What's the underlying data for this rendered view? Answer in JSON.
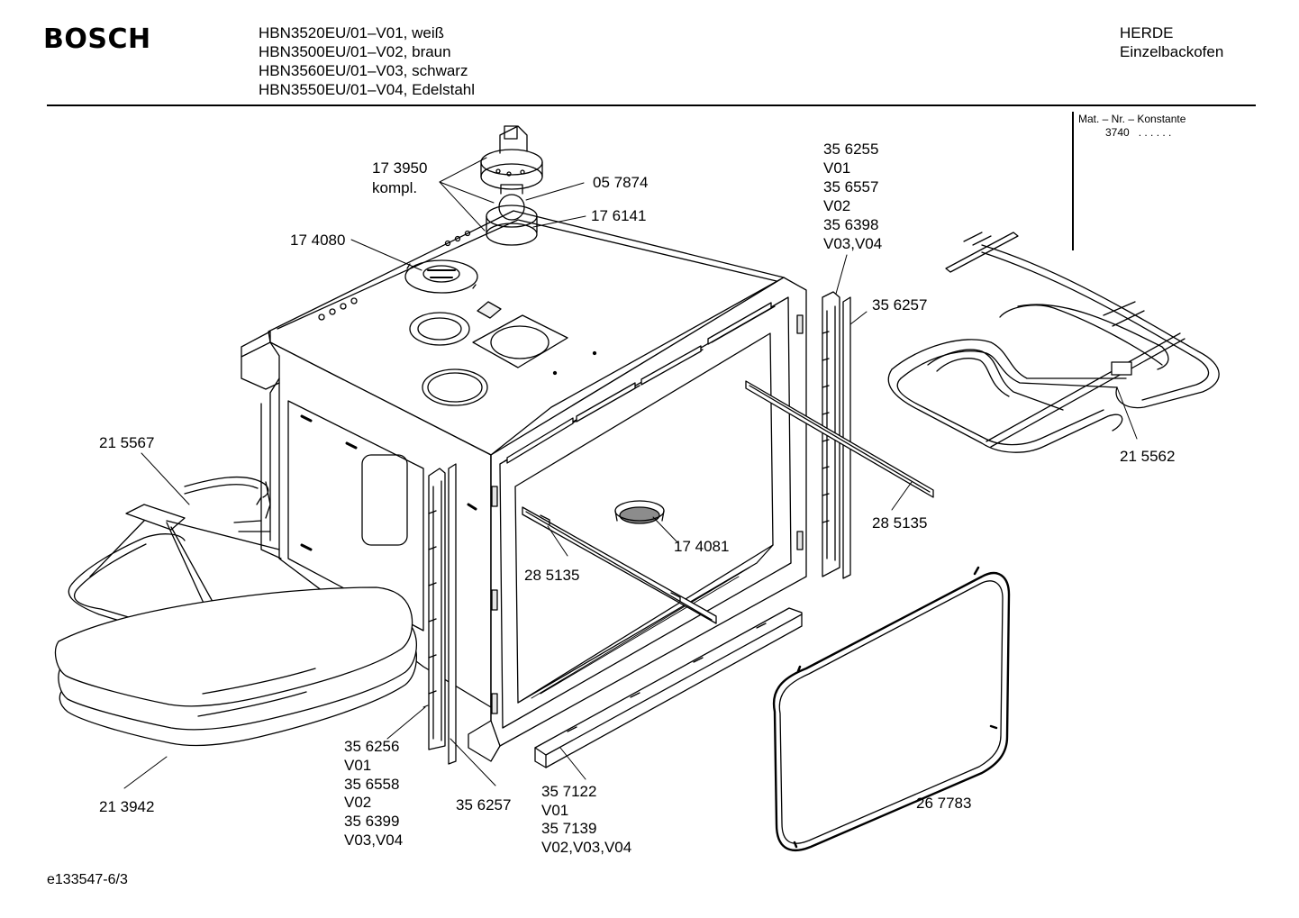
{
  "header": {
    "brand": "BOSCH",
    "models": [
      "HBN3520EU/01–V01, weiß",
      "HBN3500EU/01–V02, braun",
      "HBN3560EU/01–V03, schwarz",
      "HBN3550EU/01–V04, Edelstahl"
    ],
    "category": "HERDE",
    "subcategory": "Einzelbackofen"
  },
  "material_box": {
    "title": "Mat. – Nr. – Konstante",
    "value": "3740",
    "dots": ". .   . . . ."
  },
  "parts": {
    "p173950": [
      "17 3950",
      "kompl."
    ],
    "p057874": [
      "05 7874"
    ],
    "p176141": [
      "17 6141"
    ],
    "p174080": [
      "17 4080"
    ],
    "p356255": [
      "35 6255",
      "V01",
      "35 6557",
      "V02",
      "35 6398",
      "V03,V04"
    ],
    "p356257_right": [
      "35 6257"
    ],
    "p215562": [
      "21 5562"
    ],
    "p285135_right": [
      "28 5135"
    ],
    "p215567": [
      "21 5567"
    ],
    "p174081": [
      "17 4081"
    ],
    "p285135_left": [
      "28 5135"
    ],
    "p356256": [
      "35 6256",
      "V01",
      "35 6558",
      "V02",
      "35 6399",
      "V03,V04"
    ],
    "p213942": [
      "21 3942"
    ],
    "p356257_bottom": [
      "35 6257"
    ],
    "p357122": [
      "35 7122",
      "V01",
      "35 7139",
      "V02,V03,V04"
    ],
    "p267783": [
      "26 7783"
    ]
  },
  "footer": {
    "code": "e133547-6/3"
  }
}
